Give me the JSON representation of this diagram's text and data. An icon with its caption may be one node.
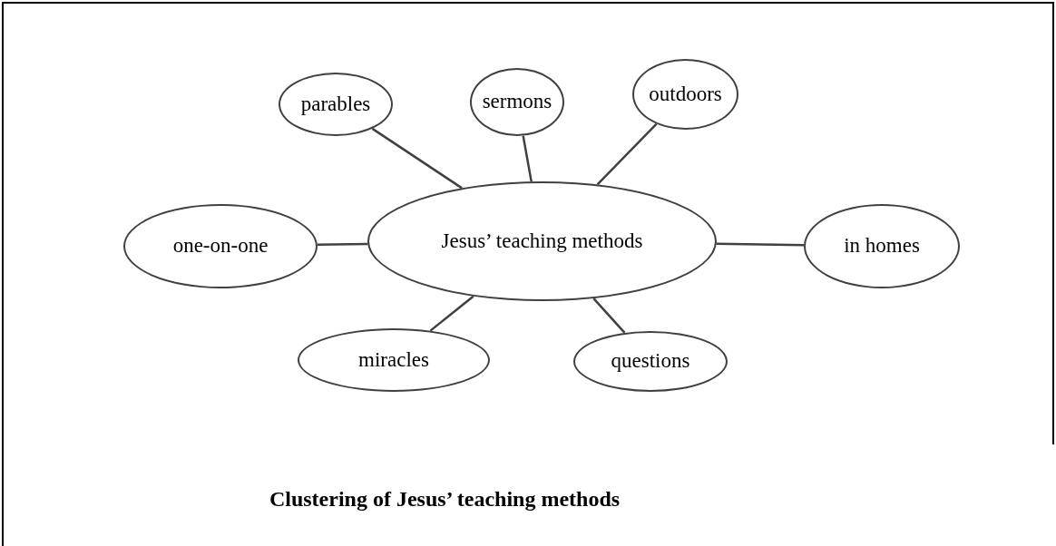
{
  "diagram": {
    "caption": "Clustering of Jesus’ teaching methods",
    "nodes": [
      {
        "text": [
          "parables"
        ]
      },
      {
        "text": [
          "sermons"
        ]
      },
      {
        "text": [
          "outdoors"
        ]
      },
      {
        "text": [
          "one-on-one"
        ]
      },
      {
        "text": [
          "Jesus’ teaching methods"
        ]
      },
      {
        "text": [
          "in homes"
        ]
      },
      {
        "text": [
          "miracles"
        ]
      },
      {
        "text": [
          "questions"
        ]
      }
    ],
    "edges": [
      {
        "from": 4,
        "to": 0,
        "arrow": "none"
      },
      {
        "from": 4,
        "to": 1,
        "arrow": "none"
      },
      {
        "from": 4,
        "to": 2,
        "arrow": "none"
      },
      {
        "from": 4,
        "to": 3,
        "arrow": "none"
      },
      {
        "from": 4,
        "to": 5,
        "arrow": "none"
      },
      {
        "from": 4,
        "to": 6,
        "arrow": "none"
      },
      {
        "from": 4,
        "to": 7,
        "arrow": "none"
      }
    ]
  }
}
